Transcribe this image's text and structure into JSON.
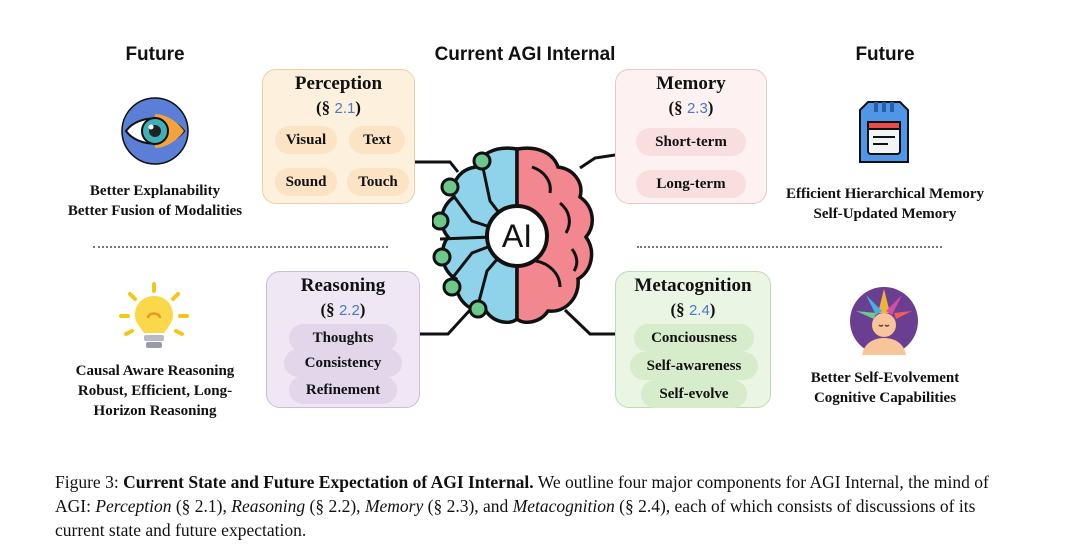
{
  "headers": {
    "left": "Future",
    "center": "Current AGI Internal",
    "right": "Future"
  },
  "brain_label": "AI",
  "components": {
    "perception": {
      "title": "Perception",
      "sec_prefix": "(§ ",
      "sec_num": "2.1",
      "sec_suffix": ")",
      "items": [
        "Visual",
        "Text",
        "Sound",
        "Touch"
      ]
    },
    "memory": {
      "title": "Memory",
      "sec_prefix": "(§ ",
      "sec_num": "2.3",
      "sec_suffix": ")",
      "items": [
        "Short-term",
        "Long-term"
      ]
    },
    "reasoning": {
      "title": "Reasoning",
      "sec_prefix": "(§ ",
      "sec_num": "2.2",
      "sec_suffix": ")",
      "items": [
        "Thoughts",
        "Consistency",
        "Refinement"
      ]
    },
    "metacognition": {
      "title": "Metacognition",
      "sec_prefix": "(§ ",
      "sec_num": "2.4",
      "sec_suffix": ")",
      "items": [
        "Conciousness",
        "Self-awareness",
        "Self-evolve"
      ]
    }
  },
  "future": {
    "perception": [
      "Better Explanability",
      "Better Fusion of Modalities"
    ],
    "memory": [
      "Efficient Hierarchical Memory",
      "Self-Updated Memory"
    ],
    "reasoning": [
      "Causal Aware Reasoning",
      "Robust, Efficient, Long-",
      "Horizon Reasoning"
    ],
    "metacognition": [
      "Better Self-Evolvement",
      "Cognitive Capabilities"
    ]
  },
  "icons": [
    "eye-icon",
    "memory-card-icon",
    "lightbulb-icon",
    "meditating-person-icon",
    "brain-icon"
  ],
  "colors": {
    "perception_bg": "#fdf0dd",
    "perception_border": "#f1cf9f",
    "memory_bg": "#fdf1f1",
    "memory_border": "#e8c9c9",
    "reasoning_bg": "#efe8f4",
    "reasoning_border": "#cbbbd8",
    "metacognition_bg": "#eaf5e4",
    "metacognition_border": "#bfdcb0",
    "section_number": "#4a78c2",
    "brain_left": "#8fd3ea",
    "brain_right": "#f2878f",
    "node_green": "#6cc98b"
  },
  "caption": {
    "label": "Figure 3:",
    "title": "Current State and Future Expectation of AGI Internal.",
    "text1": " We outline four major components for AGI Internal, the mind of AGI: ",
    "perception": "Perception",
    "ref1": " (§ 2.1), ",
    "reasoning": "Reasoning",
    "ref2": " (§ 2.2), ",
    "memory": "Memory",
    "ref3": " (§ 2.3), and ",
    "metacognition": "Metacognition",
    "text2": " (§ 2.4), each of which consists of discussions of its current state and future expectation."
  }
}
